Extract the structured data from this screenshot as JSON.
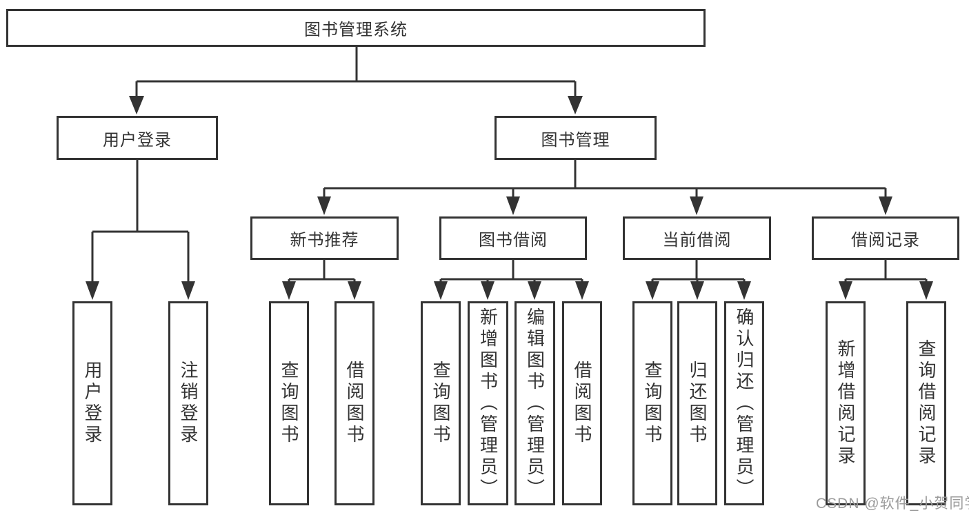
{
  "diagram": {
    "root": {
      "label": "图书管理系统"
    },
    "level2": [
      {
        "label": "用户登录",
        "parent": "图书管理系统"
      },
      {
        "label": "图书管理",
        "parent": "图书管理系统"
      }
    ],
    "level3": [
      {
        "label": "新书推荐",
        "parent": "图书管理"
      },
      {
        "label": "图书借阅",
        "parent": "图书管理"
      },
      {
        "label": "当前借阅",
        "parent": "图书管理"
      },
      {
        "label": "借阅记录",
        "parent": "图书管理"
      }
    ],
    "level4": [
      {
        "label": "用户登录",
        "parent": "用户登录"
      },
      {
        "label": "注销登录",
        "parent": "用户登录"
      },
      {
        "label": "查询图书",
        "parent": "新书推荐"
      },
      {
        "label": "借阅图书",
        "parent": "新书推荐"
      },
      {
        "label": "查询图书",
        "parent": "图书借阅"
      },
      {
        "label": "新增图书（管理员）",
        "parent": "图书借阅"
      },
      {
        "label": "编辑图书（管理员）",
        "parent": "图书借阅"
      },
      {
        "label": "借阅图书",
        "parent": "图书借阅"
      },
      {
        "label": "查询图书",
        "parent": "当前借阅"
      },
      {
        "label": "归还图书",
        "parent": "当前借阅"
      },
      {
        "label": "确认归还（管理员）",
        "parent": "当前借阅"
      },
      {
        "label": "新增借阅记录",
        "parent": "借阅记录"
      },
      {
        "label": "查询借阅记录",
        "parent": "借阅记录"
      }
    ]
  },
  "watermark": {
    "text": "CSDN @软件_小贺同学"
  },
  "colors": {
    "line": "#333333",
    "text": "#333333",
    "box_fill": "#ffffff",
    "background": "#ffffff",
    "watermark": "#9b9b9b"
  }
}
